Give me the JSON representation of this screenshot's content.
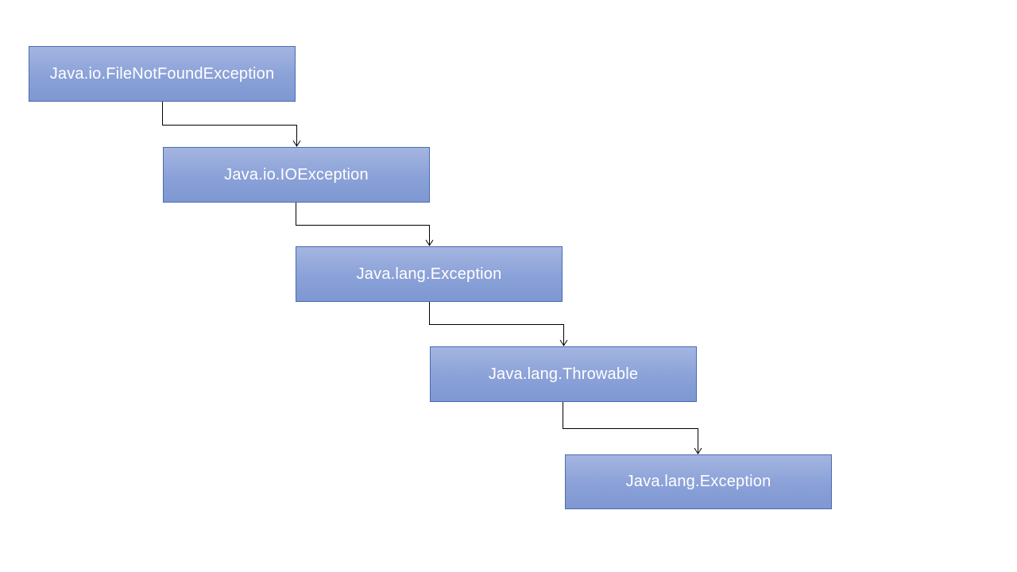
{
  "diagram": {
    "nodes": [
      {
        "id": "n0",
        "label": "Java.io.FileNotFoundException"
      },
      {
        "id": "n1",
        "label": "Java.io.IOException"
      },
      {
        "id": "n2",
        "label": "Java.lang.Exception"
      },
      {
        "id": "n3",
        "label": "Java.lang.Throwable"
      },
      {
        "id": "n4",
        "label": "Java.lang.Exception"
      }
    ],
    "edges": [
      {
        "from": "n0",
        "to": "n1"
      },
      {
        "from": "n1",
        "to": "n2"
      },
      {
        "from": "n2",
        "to": "n3"
      },
      {
        "from": "n3",
        "to": "n4"
      }
    ],
    "colors": {
      "box_fill": "#8aa1d8",
      "box_border": "#4a6bb0",
      "box_text": "#ffffff",
      "connector": "#000000",
      "background": "#ffffff"
    }
  }
}
